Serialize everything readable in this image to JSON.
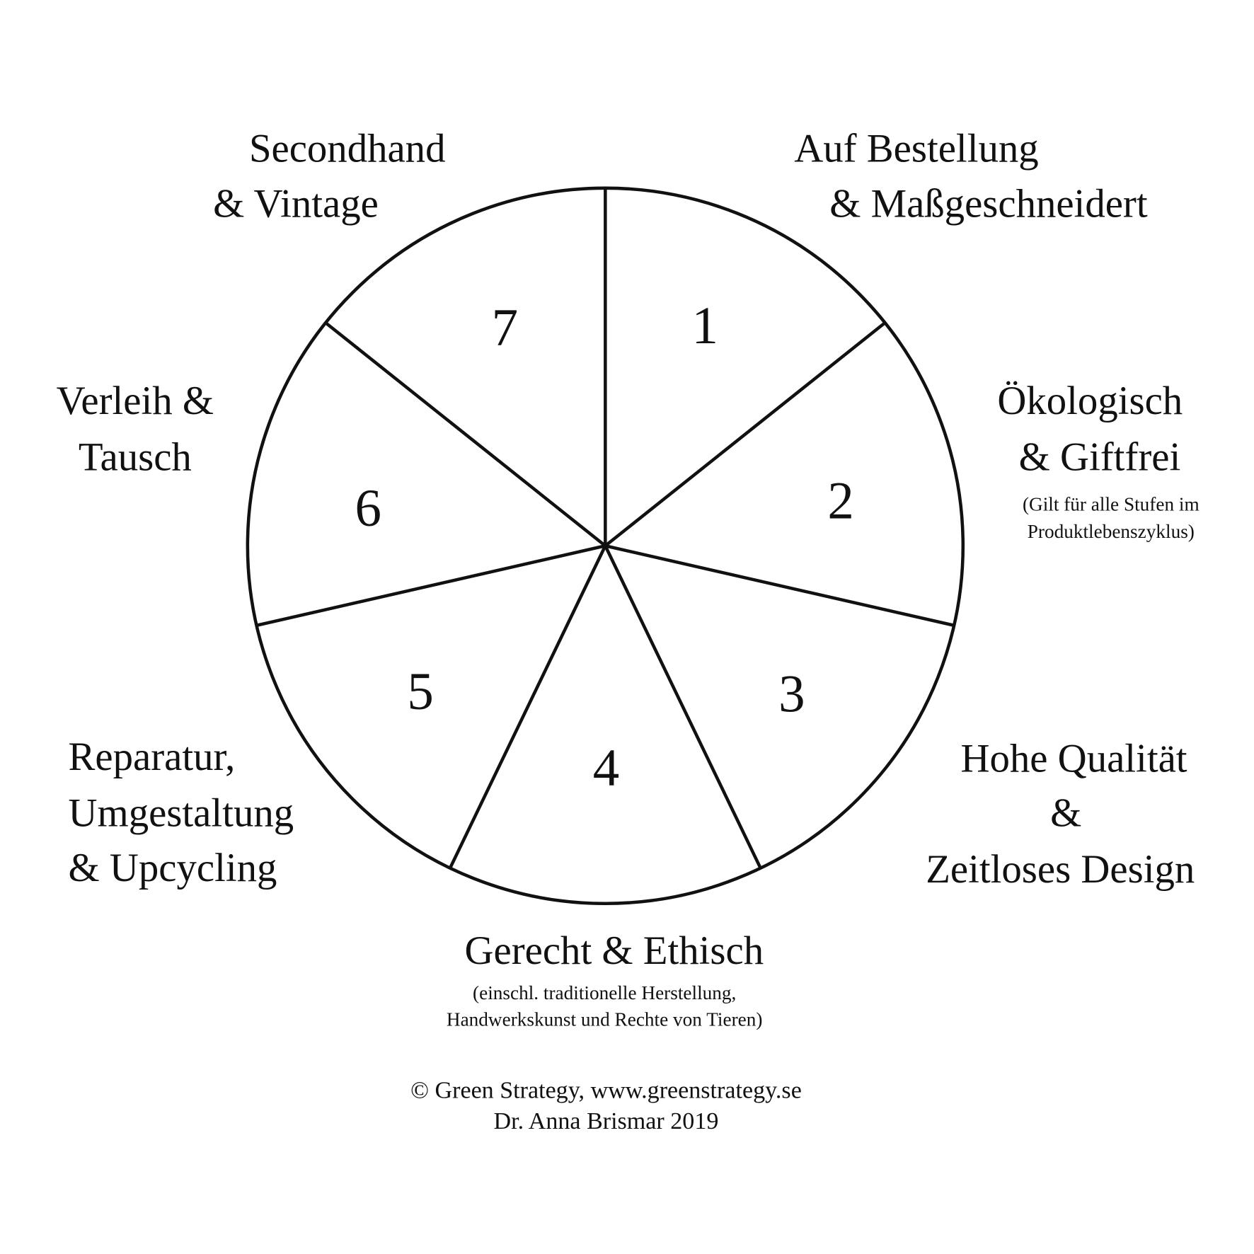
{
  "segments": [
    {
      "number": "1",
      "label": [
        "Auf  Bestellung",
        "& Maßgeschneidert"
      ]
    },
    {
      "number": "2",
      "label": [
        "Ökologisch",
        "& Giftfrei"
      ],
      "note": [
        "(Gilt für alle Stufen im",
        "Produktlebenszyklus)"
      ]
    },
    {
      "number": "3",
      "label": [
        "Hohe Qualität",
        "&",
        "Zeitloses Design"
      ]
    },
    {
      "number": "4",
      "label": [
        "Gerecht & Ethisch"
      ],
      "note": [
        "(einschl. traditionelle Herstellung,",
        "Handwerkskunst und Rechte von Tieren)"
      ]
    },
    {
      "number": "5",
      "label": [
        "Reparatur,",
        "Umgestaltung",
        "& Upcycling"
      ]
    },
    {
      "number": "6",
      "label": [
        "Verleih &",
        "Tausch"
      ]
    },
    {
      "number": "7",
      "label": [
        "Secondhand",
        "& Vintage"
      ]
    }
  ],
  "credits": [
    "© Green Strategy, www.greenstrategy.se",
    "Dr. Anna Brismar 2019"
  ]
}
